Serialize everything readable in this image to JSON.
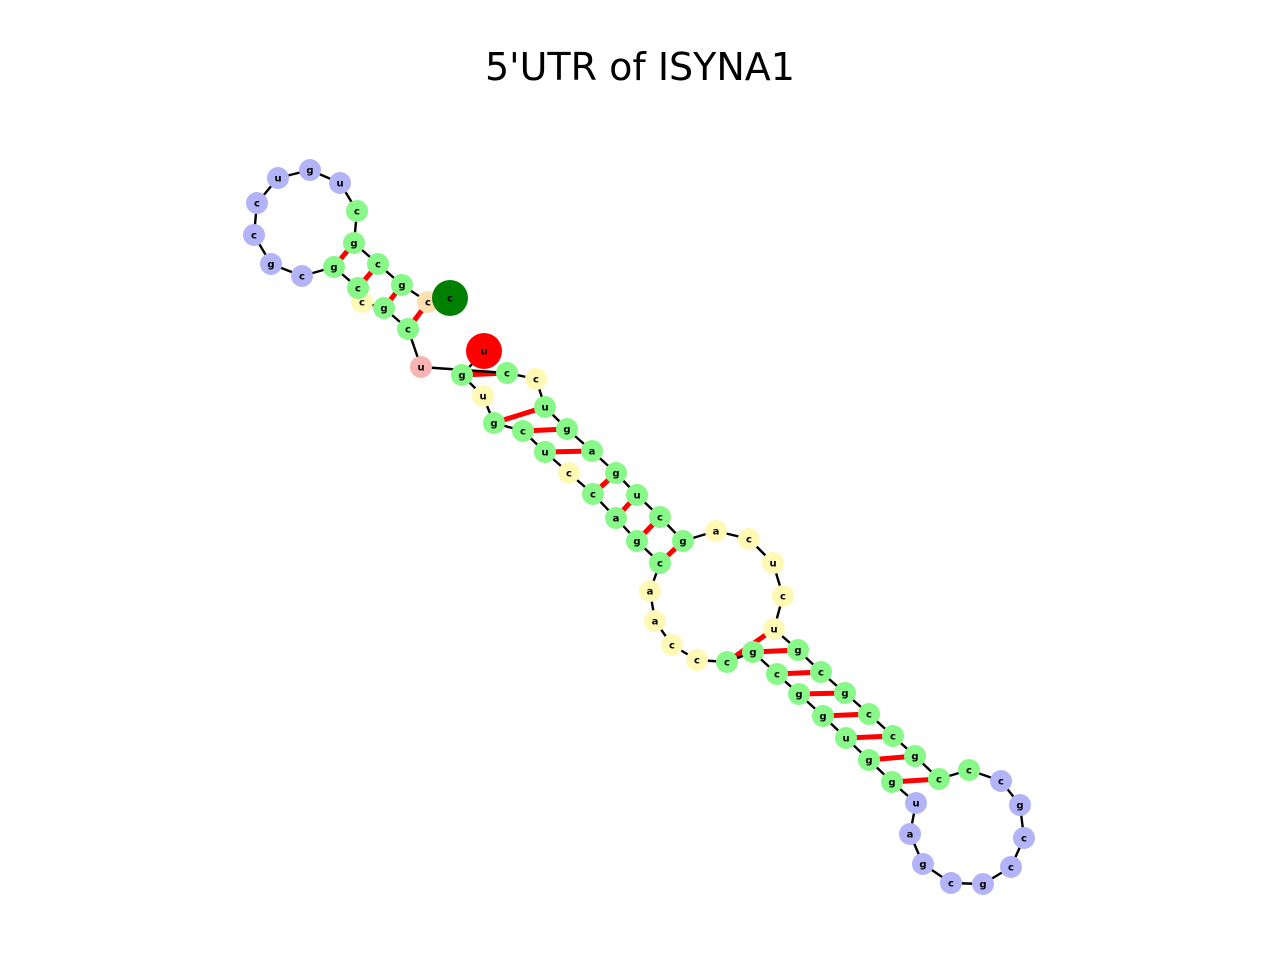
{
  "title": "5'UTR of ISYNA1",
  "colors": {
    "stem": "#88f888",
    "hairpin_loop": "#b3b3f8",
    "interior_loop": "#fff9b5",
    "multi_loop": "#fde0b0",
    "unpaired_5prime": "#f8b3b3",
    "five_prime_end": "#ff0000",
    "three_prime_end": "#008000",
    "base_pair": "#ff0000",
    "backbone": "#000000"
  },
  "nucleotides": [
    {
      "base": "u",
      "type": "five_prime_end"
    },
    {
      "base": "g",
      "type": "stem"
    },
    {
      "base": "u",
      "type": "interior_loop"
    },
    {
      "base": "g",
      "type": "stem"
    },
    {
      "base": "c",
      "type": "stem"
    },
    {
      "base": "u",
      "type": "stem"
    },
    {
      "base": "c",
      "type": "interior_loop"
    },
    {
      "base": "c",
      "type": "stem"
    },
    {
      "base": "a",
      "type": "stem"
    },
    {
      "base": "g",
      "type": "stem"
    },
    {
      "base": "c",
      "type": "stem"
    },
    {
      "base": "a",
      "type": "interior_loop"
    },
    {
      "base": "a",
      "type": "interior_loop"
    },
    {
      "base": "c",
      "type": "interior_loop"
    },
    {
      "base": "c",
      "type": "interior_loop"
    },
    {
      "base": "c",
      "type": "stem"
    },
    {
      "base": "g",
      "type": "stem"
    },
    {
      "base": "c",
      "type": "stem"
    },
    {
      "base": "g",
      "type": "stem"
    },
    {
      "base": "g",
      "type": "stem"
    },
    {
      "base": "u",
      "type": "stem"
    },
    {
      "base": "g",
      "type": "stem"
    },
    {
      "base": "g",
      "type": "stem"
    },
    {
      "base": "u",
      "type": "hairpin_loop"
    },
    {
      "base": "a",
      "type": "hairpin_loop"
    },
    {
      "base": "g",
      "type": "hairpin_loop"
    },
    {
      "base": "c",
      "type": "hairpin_loop"
    },
    {
      "base": "g",
      "type": "hairpin_loop"
    },
    {
      "base": "c",
      "type": "hairpin_loop"
    },
    {
      "base": "c",
      "type": "hairpin_loop"
    },
    {
      "base": "g",
      "type": "hairpin_loop"
    },
    {
      "base": "c",
      "type": "hairpin_loop"
    },
    {
      "base": "c",
      "type": "stem"
    },
    {
      "base": "c",
      "type": "stem"
    },
    {
      "base": "g",
      "type": "stem"
    },
    {
      "base": "c",
      "type": "stem"
    },
    {
      "base": "c",
      "type": "stem"
    },
    {
      "base": "g",
      "type": "stem"
    },
    {
      "base": "c",
      "type": "stem"
    },
    {
      "base": "g",
      "type": "stem"
    },
    {
      "base": "u",
      "type": "interior_loop"
    },
    {
      "base": "c",
      "type": "interior_loop"
    },
    {
      "base": "u",
      "type": "interior_loop"
    },
    {
      "base": "c",
      "type": "interior_loop"
    },
    {
      "base": "a",
      "type": "interior_loop"
    },
    {
      "base": "g",
      "type": "stem"
    },
    {
      "base": "c",
      "type": "stem"
    },
    {
      "base": "u",
      "type": "stem"
    },
    {
      "base": "g",
      "type": "stem"
    },
    {
      "base": "a",
      "type": "stem"
    },
    {
      "base": "g",
      "type": "stem"
    },
    {
      "base": "u",
      "type": "stem"
    },
    {
      "base": "c",
      "type": "interior_loop"
    },
    {
      "base": "c",
      "type": "stem"
    },
    {
      "base": "u",
      "type": "unpaired_5prime"
    },
    {
      "base": "c",
      "type": "stem"
    },
    {
      "base": "g",
      "type": "stem"
    },
    {
      "base": "c",
      "type": "interior_loop"
    },
    {
      "base": "c",
      "type": "stem"
    },
    {
      "base": "g",
      "type": "stem"
    },
    {
      "base": "c",
      "type": "hairpin_loop"
    },
    {
      "base": "g",
      "type": "hairpin_loop"
    },
    {
      "base": "c",
      "type": "hairpin_loop"
    },
    {
      "base": "c",
      "type": "hairpin_loop"
    },
    {
      "base": "u",
      "type": "hairpin_loop"
    },
    {
      "base": "g",
      "type": "hairpin_loop"
    },
    {
      "base": "u",
      "type": "hairpin_loop"
    },
    {
      "base": "c",
      "type": "stem"
    },
    {
      "base": "g",
      "type": "stem"
    },
    {
      "base": "c",
      "type": "stem"
    },
    {
      "base": "g",
      "type": "stem"
    },
    {
      "base": "c",
      "type": "multi_loop"
    },
    {
      "base": "c",
      "type": "three_prime_end"
    }
  ]
}
